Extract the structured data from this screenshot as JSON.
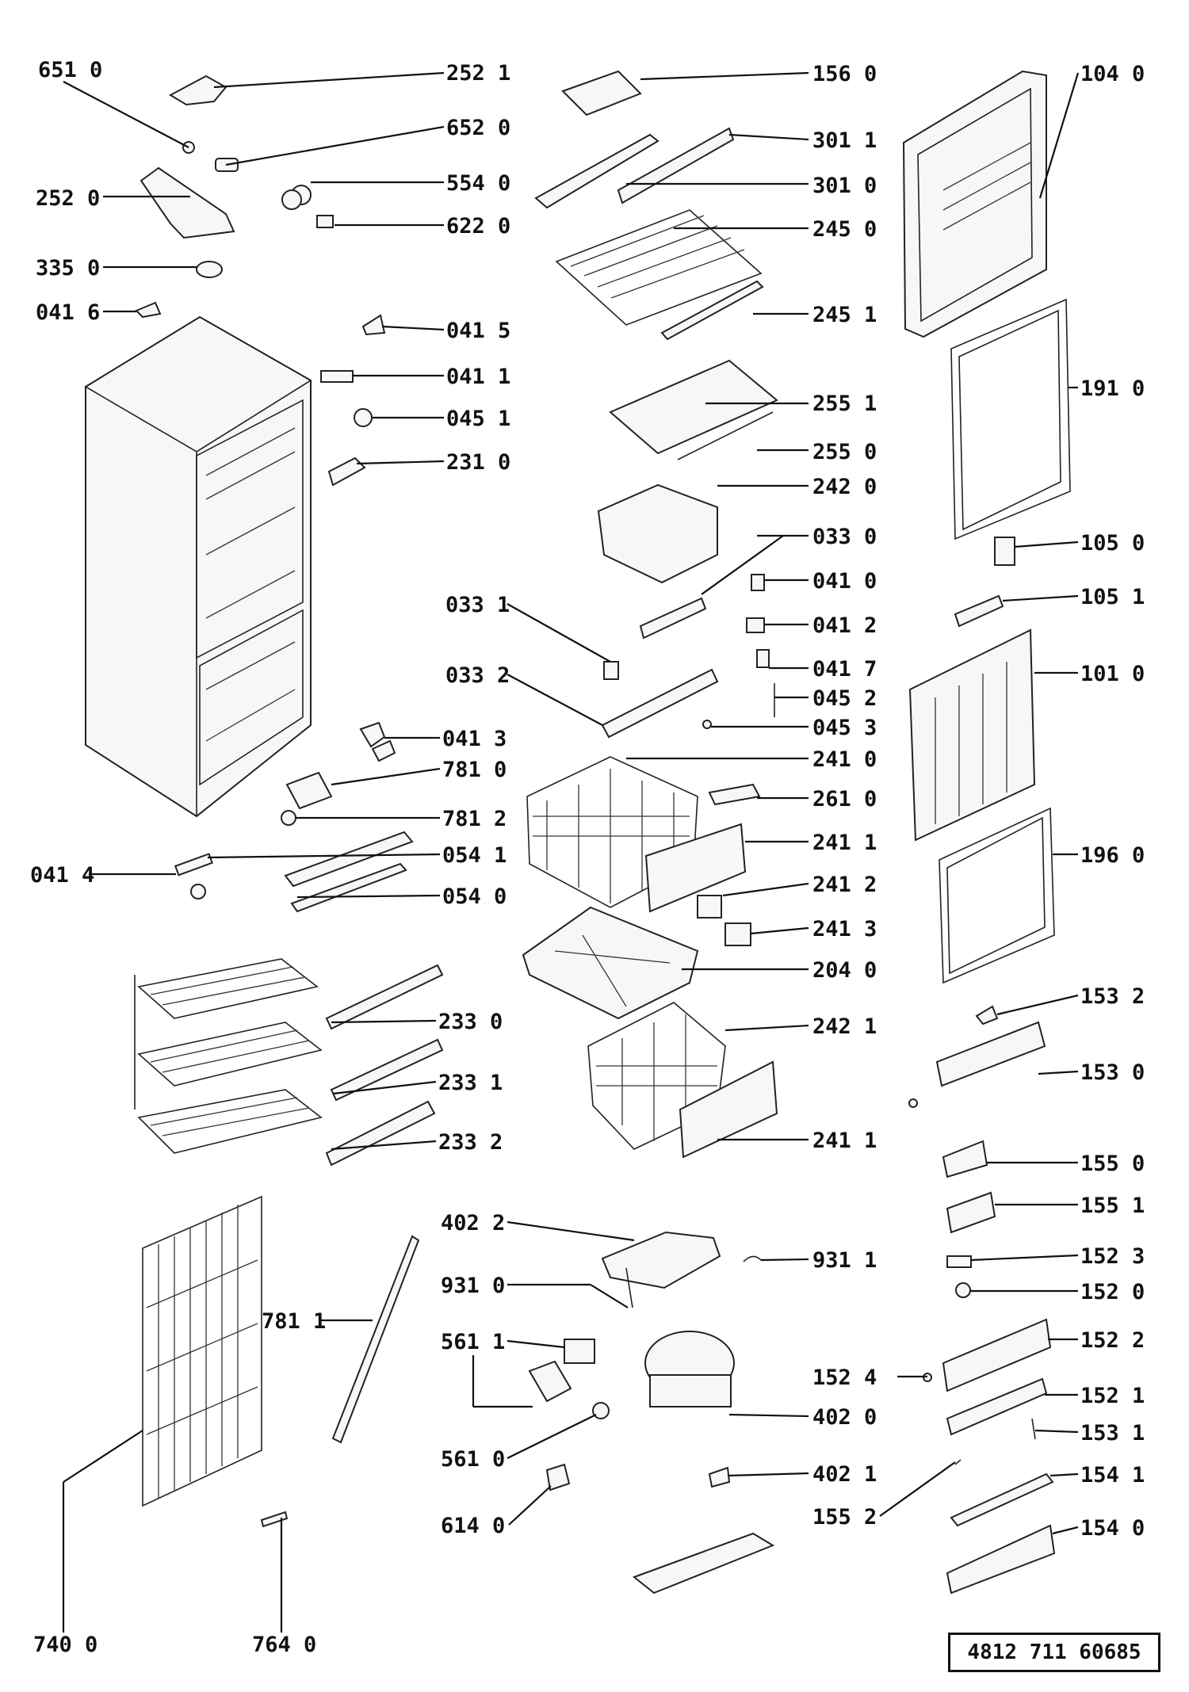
{
  "document_number": "4812 711 60685",
  "labels": [
    {
      "id": "lbl-6510",
      "text": "651 0"
    },
    {
      "id": "lbl-2521",
      "text": "252 1"
    },
    {
      "id": "lbl-6520",
      "text": "652 0"
    },
    {
      "id": "lbl-2520",
      "text": "252 0"
    },
    {
      "id": "lbl-5540",
      "text": "554 0"
    },
    {
      "id": "lbl-6220",
      "text": "622 0"
    },
    {
      "id": "lbl-3350",
      "text": "335 0"
    },
    {
      "id": "lbl-0416",
      "text": "041 6"
    },
    {
      "id": "lbl-0415",
      "text": "041 5"
    },
    {
      "id": "lbl-0411",
      "text": "041 1"
    },
    {
      "id": "lbl-0451",
      "text": "045 1"
    },
    {
      "id": "lbl-2310",
      "text": "231 0"
    },
    {
      "id": "lbl-1560",
      "text": "156 0"
    },
    {
      "id": "lbl-3011",
      "text": "301 1"
    },
    {
      "id": "lbl-3010",
      "text": "301 0"
    },
    {
      "id": "lbl-2450",
      "text": "245 0"
    },
    {
      "id": "lbl-2451",
      "text": "245 1"
    },
    {
      "id": "lbl-2551",
      "text": "255 1"
    },
    {
      "id": "lbl-2550",
      "text": "255 0"
    },
    {
      "id": "lbl-2420",
      "text": "242 0"
    },
    {
      "id": "lbl-0330",
      "text": "033 0"
    },
    {
      "id": "lbl-0331",
      "text": "033 1"
    },
    {
      "id": "lbl-0410",
      "text": "041 0"
    },
    {
      "id": "lbl-0412",
      "text": "041 2"
    },
    {
      "id": "lbl-0332",
      "text": "033 2"
    },
    {
      "id": "lbl-0417",
      "text": "041 7"
    },
    {
      "id": "lbl-0452",
      "text": "045 2"
    },
    {
      "id": "lbl-0453",
      "text": "045 3"
    },
    {
      "id": "lbl-0413",
      "text": "041 3"
    },
    {
      "id": "lbl-7810",
      "text": "781 0"
    },
    {
      "id": "lbl-7812",
      "text": "781 2"
    },
    {
      "id": "lbl-0414",
      "text": "041 4"
    },
    {
      "id": "lbl-0541",
      "text": "054 1"
    },
    {
      "id": "lbl-0540",
      "text": "054 0"
    },
    {
      "id": "lbl-2410",
      "text": "241 0"
    },
    {
      "id": "lbl-2610",
      "text": "261 0"
    },
    {
      "id": "lbl-2411a",
      "text": "241 1"
    },
    {
      "id": "lbl-2412",
      "text": "241 2"
    },
    {
      "id": "lbl-2413",
      "text": "241 3"
    },
    {
      "id": "lbl-2040",
      "text": "204 0"
    },
    {
      "id": "lbl-2330",
      "text": "233 0"
    },
    {
      "id": "lbl-2331",
      "text": "233 1"
    },
    {
      "id": "lbl-2332",
      "text": "233 2"
    },
    {
      "id": "lbl-2421",
      "text": "242 1"
    },
    {
      "id": "lbl-2411b",
      "text": "241 1"
    },
    {
      "id": "lbl-1040",
      "text": "104 0"
    },
    {
      "id": "lbl-1910",
      "text": "191 0"
    },
    {
      "id": "lbl-1050",
      "text": "105 0"
    },
    {
      "id": "lbl-1051",
      "text": "105 1"
    },
    {
      "id": "lbl-1010",
      "text": "101 0"
    },
    {
      "id": "lbl-1960",
      "text": "196 0"
    },
    {
      "id": "lbl-1532",
      "text": "153 2"
    },
    {
      "id": "lbl-1530",
      "text": "153 0"
    },
    {
      "id": "lbl-1550",
      "text": "155 0"
    },
    {
      "id": "lbl-1551",
      "text": "155 1"
    },
    {
      "id": "lbl-1523",
      "text": "152 3"
    },
    {
      "id": "lbl-1520",
      "text": "152 0"
    },
    {
      "id": "lbl-1522",
      "text": "152 2"
    },
    {
      "id": "lbl-1524",
      "text": "152 4"
    },
    {
      "id": "lbl-1521",
      "text": "152 1"
    },
    {
      "id": "lbl-1531",
      "text": "153 1"
    },
    {
      "id": "lbl-1541",
      "text": "154 1"
    },
    {
      "id": "lbl-1552",
      "text": "155 2"
    },
    {
      "id": "lbl-1540",
      "text": "154 0"
    },
    {
      "id": "lbl-4022",
      "text": "402 2"
    },
    {
      "id": "lbl-9311",
      "text": "931 1"
    },
    {
      "id": "lbl-9310",
      "text": "931 0"
    },
    {
      "id": "lbl-5611",
      "text": "561 1"
    },
    {
      "id": "lbl-4020",
      "text": "402 0"
    },
    {
      "id": "lbl-5610",
      "text": "561 0"
    },
    {
      "id": "lbl-4021",
      "text": "402 1"
    },
    {
      "id": "lbl-6140",
      "text": "614 0"
    },
    {
      "id": "lbl-7811",
      "text": "781 1"
    },
    {
      "id": "lbl-7400",
      "text": "740 0"
    },
    {
      "id": "lbl-7640",
      "text": "764 0"
    }
  ]
}
